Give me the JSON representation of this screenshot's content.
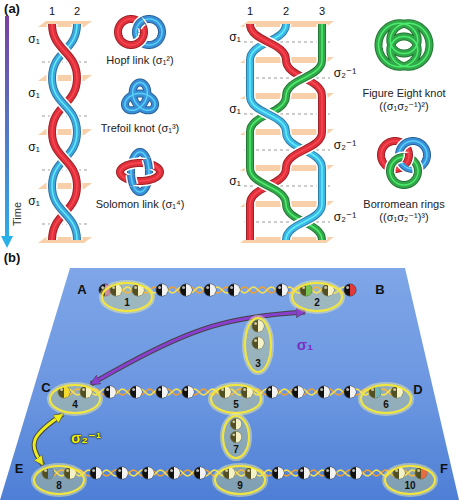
{
  "diagram": {
    "nodes": [
      {
        "text": [
          "1"
        ]
      },
      {
        "text": [
          "2"
        ]
      },
      {
        "text": [
          "3"
        ]
      },
      {
        "text": [
          "4"
        ]
      },
      {
        "text": [
          "5"
        ]
      },
      {
        "text": [
          "6"
        ]
      },
      {
        "text": [
          "7"
        ]
      },
      {
        "text": [
          "8"
        ]
      },
      {
        "text": [
          "9"
        ]
      },
      {
        "text": [
          "10"
        ]
      }
    ],
    "edges": [
      {
        "from": 1,
        "to": 3,
        "label": "σ₁",
        "arrow": "both"
      },
      {
        "from": 3,
        "to": 7,
        "label": "σ₂⁻¹",
        "arrow": "both"
      }
    ],
    "labels": [
      "(a)",
      "Time",
      "1",
      "2",
      "σ₁",
      "σ₁",
      "σ₁",
      "σ₁",
      "Hopf link (σ₁²)",
      "Trefoil knot (σ₁³)",
      "Solomon link (σ₁⁴)",
      "1",
      "2",
      "3",
      "σ₁",
      "σ₂⁻¹",
      "σ₁",
      "σ₂⁻¹",
      "σ₁",
      "σ₂⁻¹",
      "Figure Eight knot ((σ₁σ₂⁻¹)²)",
      "Borromean rings ((σ₁σ₂⁻¹)³)",
      "(b)",
      "A",
      "B",
      "C",
      "D",
      "E",
      "F"
    ]
  }
}
